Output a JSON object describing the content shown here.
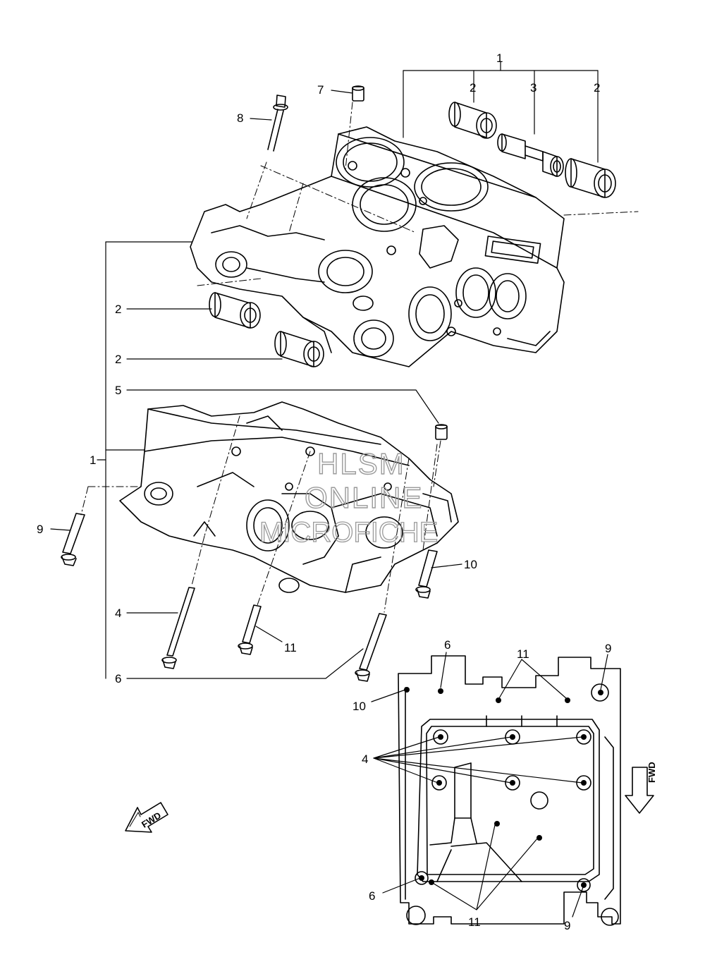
{
  "callouts": {
    "p1_top": "1",
    "p2_a": "2",
    "p3": "3",
    "p2_b": "2",
    "p7": "7",
    "p8": "8",
    "p2_c": "2",
    "p2_d": "2",
    "p5": "5",
    "p1_left": "1",
    "p9_left": "9",
    "p10_right": "10",
    "p4_left": "4",
    "p11_lower": "11",
    "p6_left": "6",
    "d6_top": "6",
    "d11_top": "11",
    "d9_top": "9",
    "d10": "10",
    "d4": "4",
    "d6_bottom": "6",
    "d11_bottom": "11",
    "d9_bottom": "9"
  },
  "watermark": {
    "line1": "HLSM",
    "line2": "ONLINE",
    "line3": "MICROFICHE"
  },
  "fwd": {
    "arrow_left": "FWD",
    "arrow_right": "FWD"
  }
}
